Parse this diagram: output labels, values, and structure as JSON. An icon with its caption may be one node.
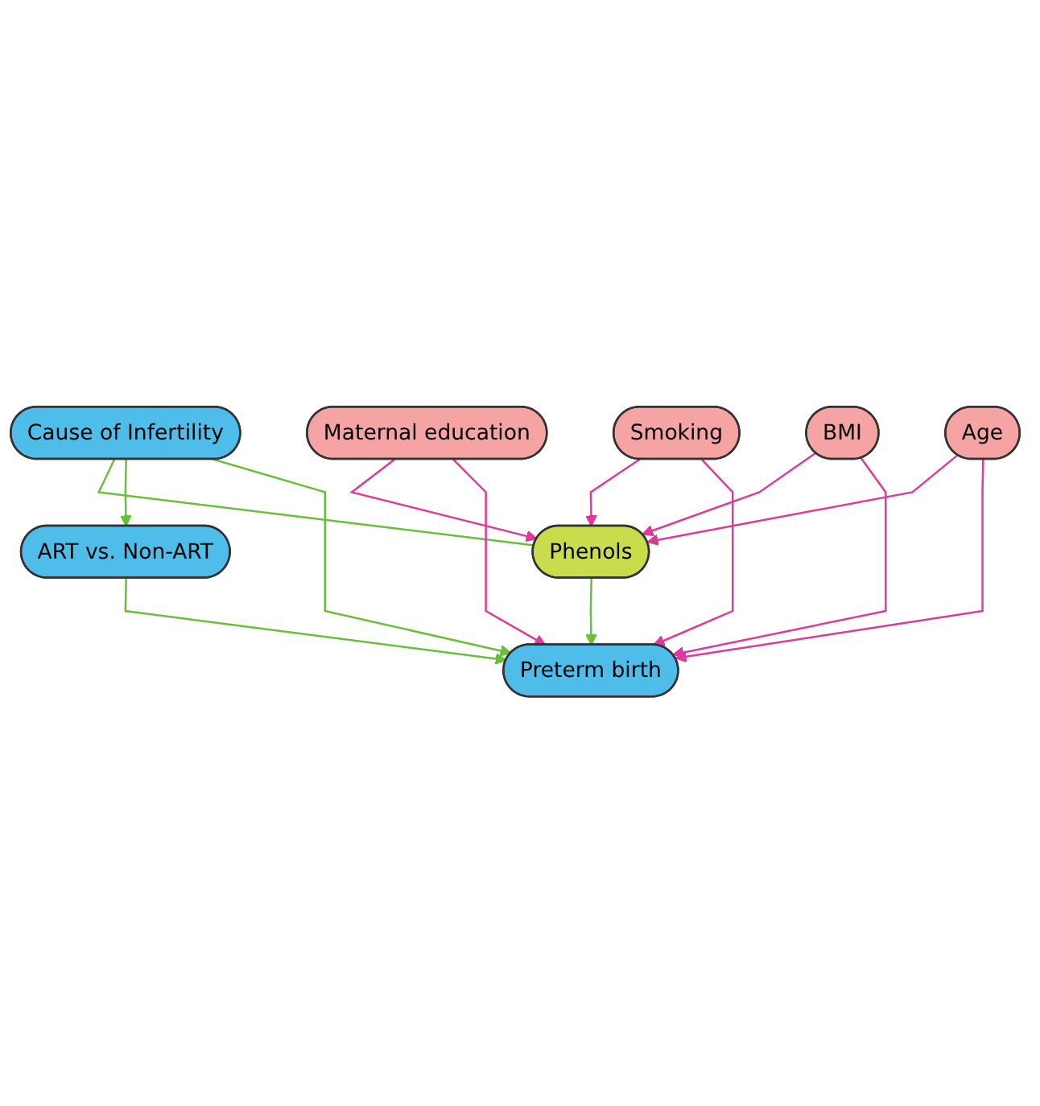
{
  "diagram": {
    "nodes": [
      {
        "text": [
          "Cause of Infertility"
        ]
      },
      {
        "text": [
          "ART vs. Non-ART"
        ]
      },
      {
        "text": [
          "Maternal education"
        ]
      },
      {
        "text": [
          "Smoking"
        ]
      },
      {
        "text": [
          "BMI"
        ]
      },
      {
        "text": [
          "Age"
        ]
      },
      {
        "text": [
          "Phenols"
        ]
      },
      {
        "text": [
          "Preterm birth"
        ]
      }
    ],
    "edges": [
      {
        "from": 0,
        "to": 6,
        "arrow": "none",
        "color": "#6abf3a"
      },
      {
        "from": 0,
        "to": 1,
        "arrow": "to",
        "color": "#6abf3a"
      },
      {
        "from": 0,
        "to": 7,
        "arrow": "to",
        "color": "#6abf3a"
      },
      {
        "from": 1,
        "to": 7,
        "arrow": "to",
        "color": "#6abf3a"
      },
      {
        "from": 2,
        "to": 6,
        "arrow": "to"
      },
      {
        "from": 2,
        "to": 7,
        "arrow": "to"
      },
      {
        "from": 3,
        "to": 6,
        "arrow": "to"
      },
      {
        "from": 3,
        "to": 7,
        "arrow": "to"
      },
      {
        "from": 4,
        "to": 6,
        "arrow": "to"
      },
      {
        "from": 4,
        "to": 7,
        "arrow": "to"
      },
      {
        "from": 5,
        "to": 6,
        "arrow": "to"
      },
      {
        "from": 5,
        "to": 7,
        "arrow": "to"
      },
      {
        "from": 6,
        "to": 7,
        "arrow": "to",
        "color": "#6abf3a"
      }
    ]
  }
}
